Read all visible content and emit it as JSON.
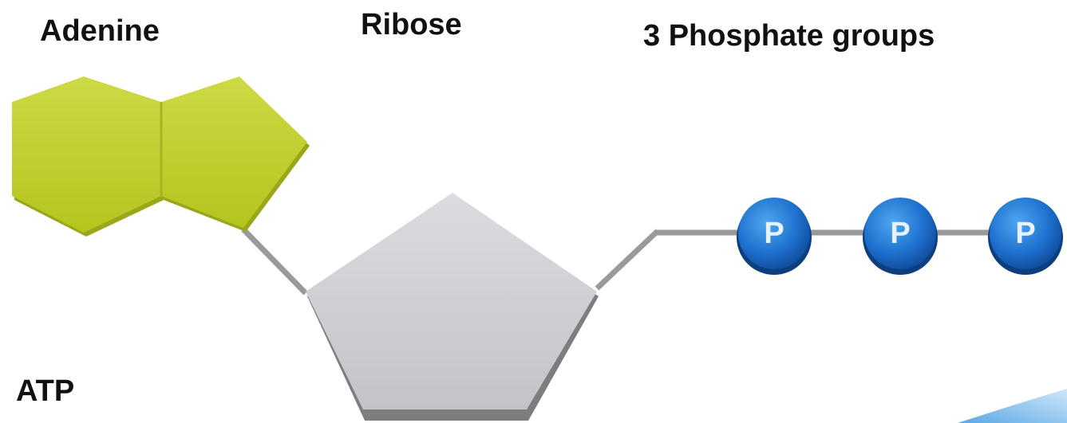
{
  "labels": {
    "adenine": "Adenine",
    "ribose": "Ribose",
    "phosphates": "3 Phosphate groups",
    "molecule": "ATP"
  },
  "phosphate_symbol": "P",
  "colors": {
    "adenine": "#c3d234",
    "ribose": "#cfcfd3",
    "phosphate": "#1e6ecb",
    "bond": "#9a9a9a",
    "text": "#111111"
  }
}
